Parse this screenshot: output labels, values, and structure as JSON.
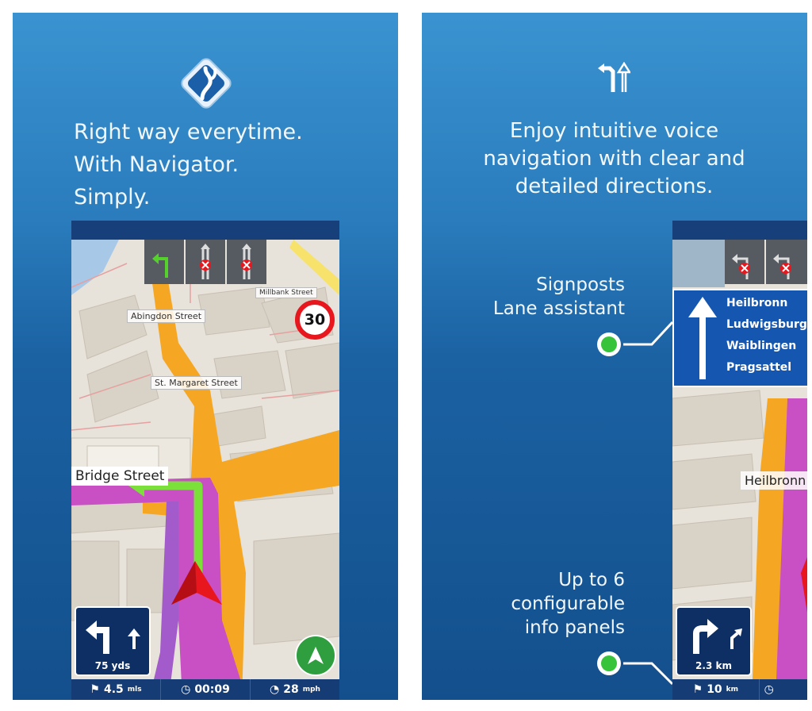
{
  "left": {
    "headline": "Right way everytime.\nWith Navigator.\nSimply.",
    "map": {
      "street_labels": [
        "Abingdon Street",
        "St. Margaret Street",
        "Millbank Street"
      ],
      "big_street": "Bridge Street",
      "speed_limit": "30",
      "turn_distance": "75 yds",
      "status": {
        "distance_value": "4.5",
        "distance_unit": "mls",
        "time_value": "00:09",
        "speed_value": "28",
        "speed_unit": "mph"
      }
    }
  },
  "right": {
    "headline": "Enjoy intuitive voice\nnavigation with clear and\ndetailed directions.",
    "annotation_top": "Signposts\nLane assistant",
    "annotation_bottom": "Up to 6\nconfigurable\ninfo panels",
    "signpost_destinations": [
      "Heilbronn",
      "Ludwigsburg",
      "Waiblingen",
      "Pragsattel"
    ],
    "map_label": "Heilbronn",
    "turn_distance": "2.3 km",
    "status": {
      "distance_value": "10",
      "distance_unit": "km"
    }
  },
  "colors": {
    "route": "#f5a623",
    "route_overlay": "#c94fc4",
    "next_turn_arrow": "#7be03a",
    "position_arrow": "#e8161d",
    "annotation_dot": "#38c43a",
    "signpost_blue": "#1556b0"
  }
}
